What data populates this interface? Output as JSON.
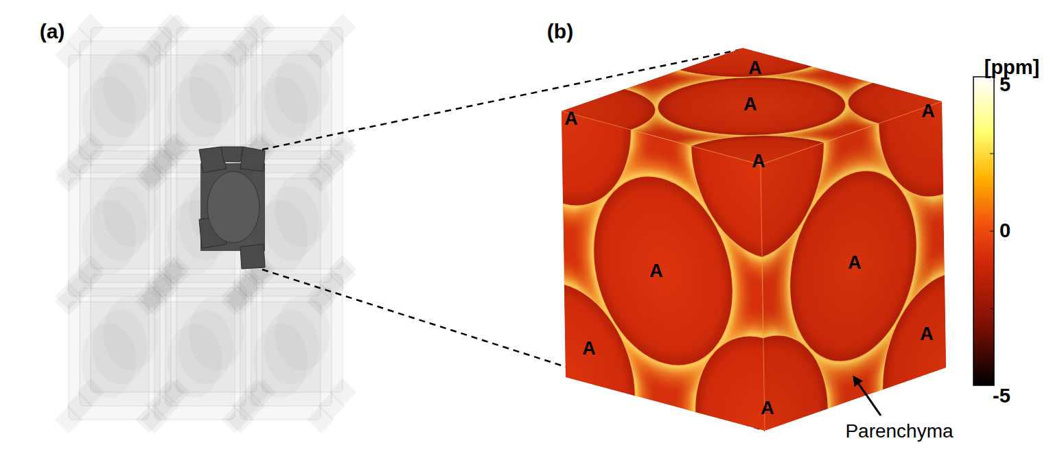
{
  "diagram": {
    "labels": [
      "(a)",
      "(b)",
      "[ppm]",
      "5",
      "0",
      "-5",
      "A",
      "A",
      "A",
      "A",
      "A",
      "A",
      "A",
      "A",
      "A",
      "A",
      "Parenchyma"
    ]
  }
}
